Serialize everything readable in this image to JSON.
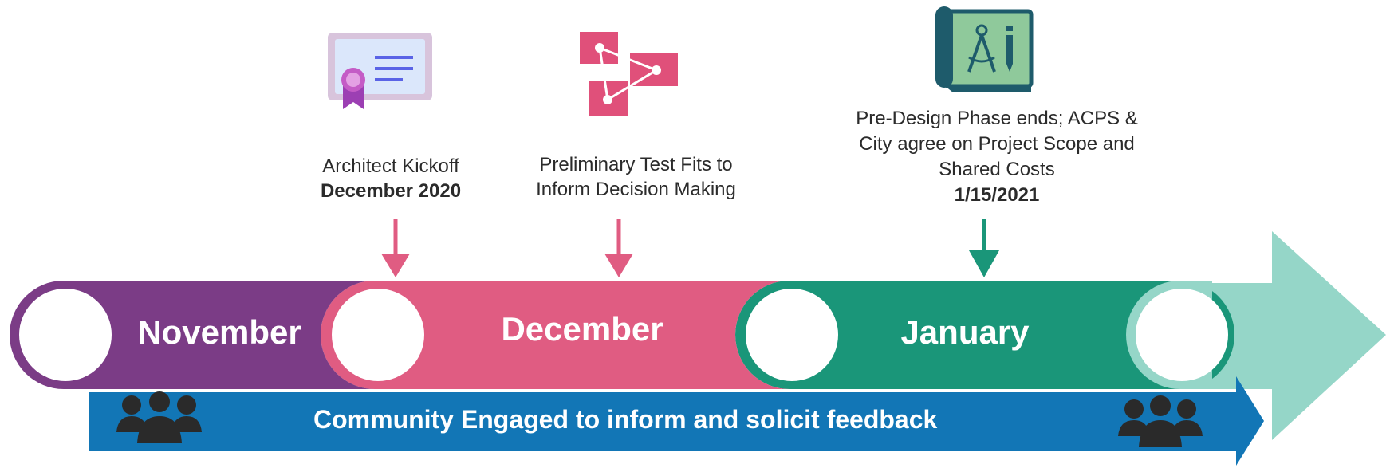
{
  "milestones": [
    {
      "lines": [
        "Architect Kickoff"
      ],
      "date": "December 2020",
      "icon": "certificate-icon",
      "arrow_color": "#e05c82"
    },
    {
      "lines": [
        "Preliminary Test Fits to",
        "Inform Decision Making"
      ],
      "date": "",
      "icon": "network-diagram-icon",
      "arrow_color": "#e05c82"
    },
    {
      "lines": [
        "Pre-Design Phase ends; ACPS &",
        "City agree on Project Scope and",
        "Shared Costs"
      ],
      "date": "1/15/2021",
      "icon": "blueprint-compass-icon",
      "arrow_color": "#1a9679"
    }
  ],
  "timeline": {
    "months": [
      "November",
      "December",
      "January"
    ],
    "colors": {
      "november": "#7b3c86",
      "december": "#e05c82",
      "january": "#1a9679",
      "arrow_tail": "#95d6c8"
    }
  },
  "banner": {
    "text": "Community Engaged to inform and solicit feedback",
    "color": "#1276b6",
    "icon": "people-group-icon"
  }
}
